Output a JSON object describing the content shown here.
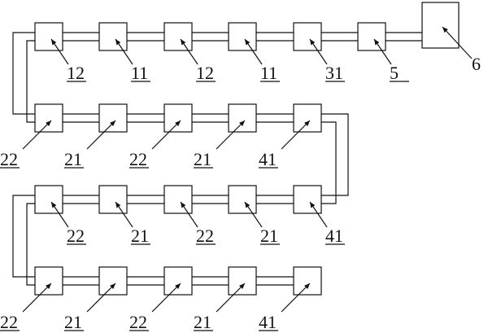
{
  "rows": [
    {
      "labels": [
        "12",
        "11",
        "12",
        "11",
        "31",
        "5"
      ],
      "extra_label": "6"
    },
    {
      "labels": [
        "22",
        "21",
        "22",
        "21",
        "41"
      ]
    },
    {
      "labels": [
        "22",
        "21",
        "22",
        "21",
        "41"
      ]
    },
    {
      "labels": [
        "22",
        "21",
        "22",
        "21",
        "41"
      ]
    }
  ]
}
